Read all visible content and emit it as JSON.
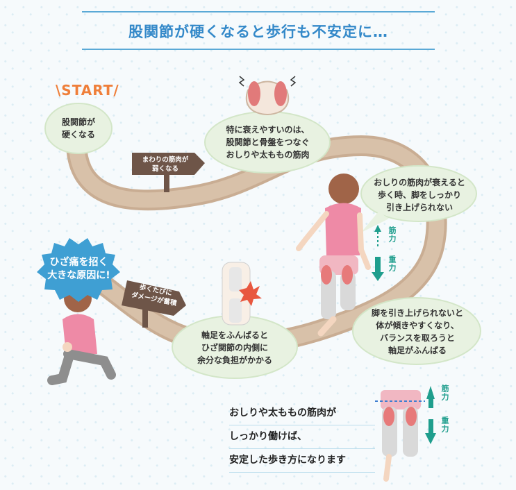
{
  "title": "股関節が硬くなると歩行も不安定に…",
  "start_label": "\\START/",
  "steps": {
    "s1": [
      "股関節が",
      "硬くなる"
    ],
    "s2": [
      "特に衰えやすいのは、",
      "股関節と骨盤をつなぐ",
      "おしりや太ももの筋肉"
    ],
    "s3": [
      "おしりの筋肉が衰えると",
      "歩く時、脚をしっかり",
      "引き上げられない"
    ],
    "s4": [
      "脚を引き上げられないと",
      "体が傾きやすくなり、",
      "バランスを取ろうと",
      "軸足がふんばる"
    ],
    "s5": [
      "軸足をふんばると",
      "ひざ関節の内側に",
      "余分な負担がかかる"
    ]
  },
  "signs": {
    "sign1": [
      "まわりの筋肉が",
      "弱くなる"
    ],
    "sign2": [
      "歩くたびに",
      "ダメージが蓄積"
    ]
  },
  "alert": [
    "ひざ痛を招く",
    "大きな原因に!"
  ],
  "forces": {
    "muscle": "筋力",
    "gravity": "重力"
  },
  "conclusion": [
    "おしりや太ももの筋肉が",
    "しっかり働けば、",
    "安定した歩き方になります"
  ],
  "colors": {
    "title": "#3489c9",
    "path": "#c9ad93",
    "bubble": "#e8f2e1",
    "sign": "#6e5548",
    "alert": "#3f9fd3",
    "arrow": "#1f9e8d",
    "start": "#ef7f3a"
  }
}
